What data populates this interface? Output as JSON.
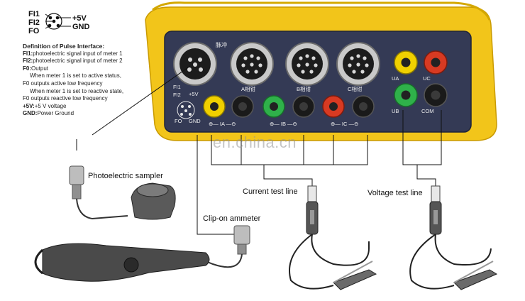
{
  "pin_legend": {
    "fi1": "FI1",
    "fi2": "FI2",
    "fo": "FO",
    "plus5v": "+5V",
    "gnd": "GND"
  },
  "definition": {
    "title": "Definition of Pulse Interface:",
    "fi1_key": "FI1:",
    "fi1_text": "photoelectric signal input of meter 1",
    "fi2_key": "FI2:",
    "fi2_text": "photoelectric signal input of meter 2",
    "f0_key": "F0:",
    "f0_text": "Output",
    "line4": "When meter 1 is set to active status,",
    "line5": "F0 outputs active low frequency",
    "line6": "When meter 1 is set to reactive state,",
    "line7": "F0 outputs reactive low frequency",
    "v5_key": "+5V:",
    "v5_text": "+5 V voltage",
    "gnd_key": "GND:",
    "gnd_text": "Power Ground"
  },
  "panel": {
    "pulse_label": "脉冲",
    "clamp_a": "A相钳",
    "clamp_b": "B相钳",
    "clamp_c": "C相钳",
    "fi1": "FI1",
    "fi2": "FI2",
    "fo": "FO",
    "plus5v": "+5V",
    "gnd": "GND",
    "ia": "⊕— IA —⊖",
    "ib": "⊕— IB —⊖",
    "ic": "⊕— IC —⊖",
    "ua": "UA",
    "uc": "UC",
    "ub": "UB",
    "com": "COM"
  },
  "labels": {
    "photoelectric_sampler": "Photoelectric sampler",
    "current_test_line": "Current test line",
    "voltage_test_line": "Voltage test line",
    "clip_on_ammeter": "Clip-on ammeter",
    "watermark": "en.china.cn"
  },
  "colors": {
    "case_yellow": "#f2c51a",
    "panel_blue": "#343a55",
    "jack_yellow": "#f0d000",
    "jack_green": "#2fb14a",
    "jack_red": "#d83a22",
    "jack_black": "#1a1a1a"
  }
}
